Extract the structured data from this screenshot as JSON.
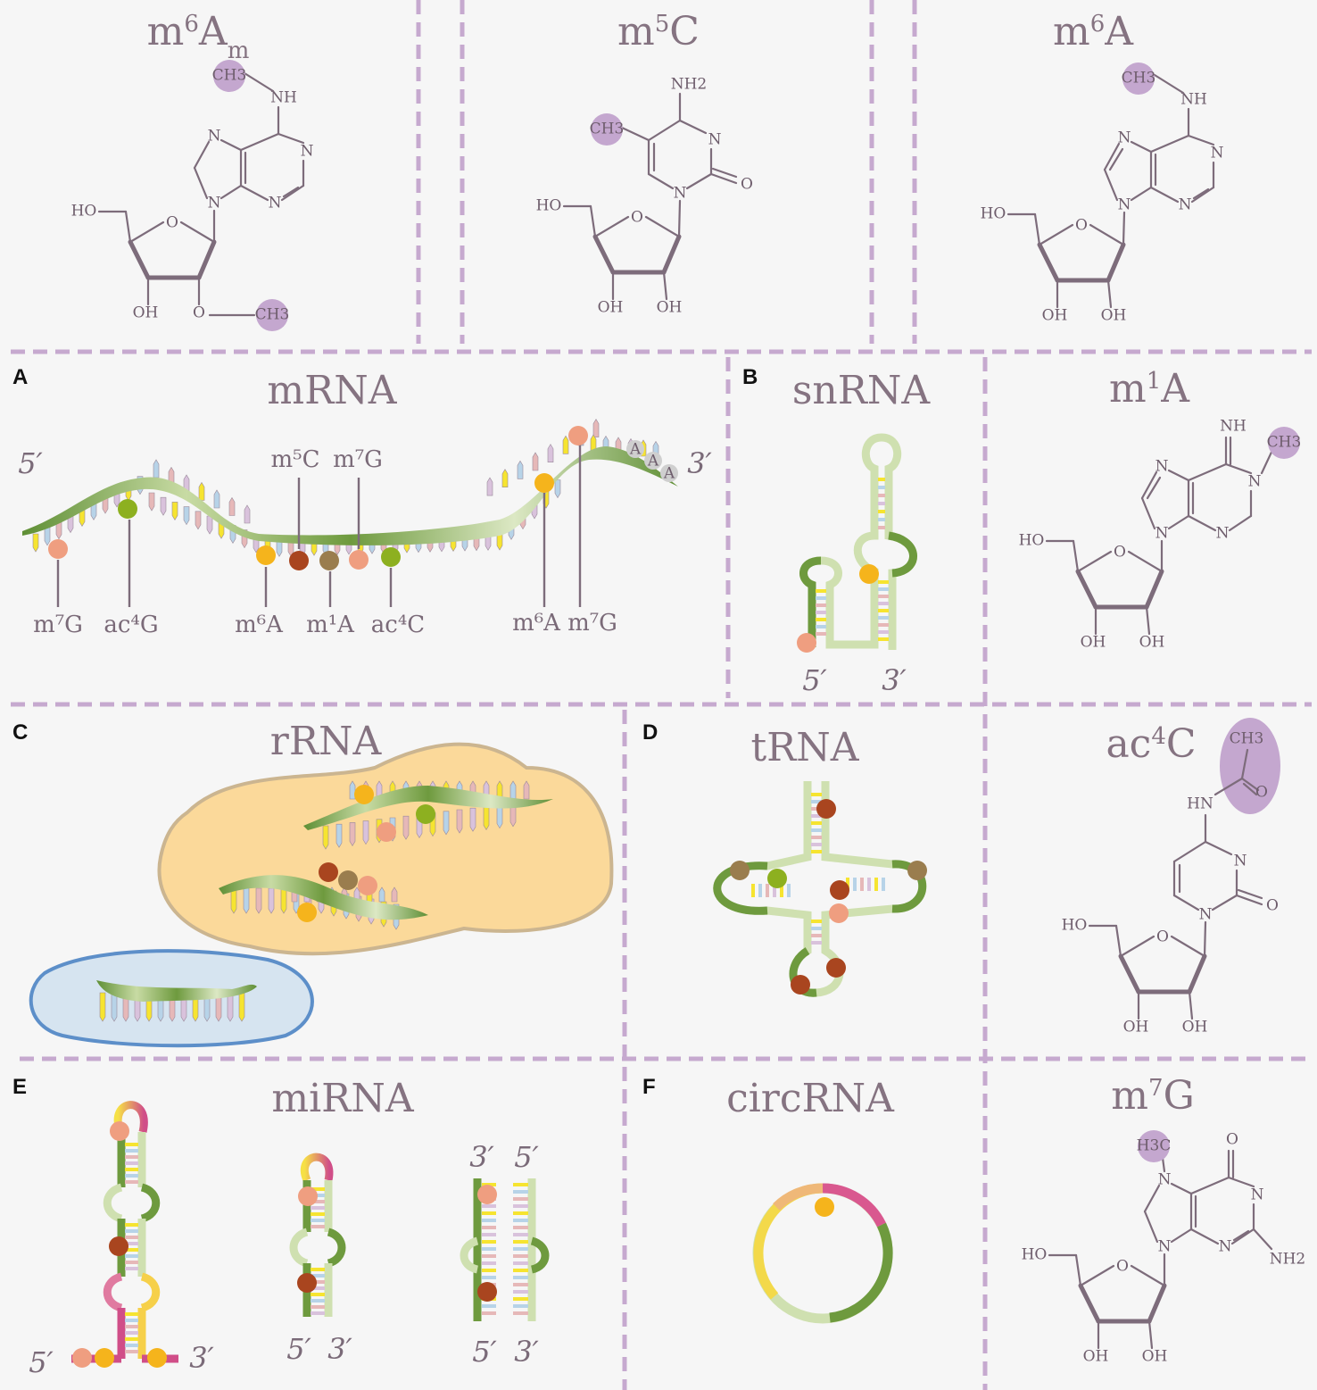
{
  "colors": {
    "separator": "#c6a9cf",
    "strand_dark": "#6e9a3e",
    "strand_light": "#d4e3b4",
    "mod_salmon": "#ef9e80",
    "mod_orange": "#f5b41c",
    "mod_brown": "#a9451f",
    "mod_olive": "#9a7d4e",
    "mod_green": "#8db020",
    "methyl_circle": "#c4a7cf",
    "ribosome_large": "#fbd99a",
    "ribosome_small": "#d4e3f1"
  },
  "structures": {
    "m6Am": {
      "title_main": "m",
      "title_sup": "6",
      "title_rest": "A",
      "title_sub": "m",
      "methyl": "CH3",
      "atoms": {
        "NH": "NH",
        "N": "N",
        "HO": "HO",
        "O": "O",
        "OH": "OH"
      }
    },
    "m5C": {
      "title_main": "m",
      "title_sup": "5",
      "title_rest": "C",
      "methyl": "CH3",
      "atoms": {
        "NH2": "NH2",
        "N": "N",
        "O": "O",
        "HO": "HO",
        "OH": "OH"
      }
    },
    "m6A": {
      "title_main": "m",
      "title_sup": "6",
      "title_rest": "A",
      "methyl": "CH3",
      "atoms": {
        "NH": "NH",
        "N": "N",
        "HO": "HO",
        "O": "O",
        "OH": "OH"
      }
    },
    "m1A": {
      "title_main": "m",
      "title_sup": "1",
      "title_rest": "A",
      "methyl": "CH3",
      "atoms": {
        "NH": "NH",
        "N": "N",
        "HO": "HO",
        "O": "O",
        "OH": "OH"
      }
    },
    "ac4C": {
      "title_main": "ac",
      "title_sup": "4",
      "title_rest": "C",
      "methyl": "CH3",
      "atoms": {
        "HN": "HN",
        "N": "N",
        "O": "O",
        "HO": "HO",
        "OH": "OH"
      }
    },
    "m7G": {
      "title_main": "m",
      "title_sup": "7",
      "title_rest": "G",
      "methyl": "H3C",
      "atoms": {
        "N": "N",
        "O": "O",
        "NH2": "NH2",
        "HO": "HO",
        "OH": "OH"
      }
    }
  },
  "panels": {
    "A": {
      "letter": "A",
      "title": "mRNA",
      "five_prime": "5′",
      "three_prime": "3′",
      "polyA": [
        "A",
        "A",
        "A"
      ],
      "labels": {
        "m7G_left": "m⁷G",
        "ac4G": "ac⁴G",
        "m6A_mid": "m⁶A",
        "m1A": "m¹A",
        "ac4C": "ac⁴C",
        "m6A_right": "m⁶A",
        "m7G_right": "m⁷G",
        "m5C_top": "m⁵C",
        "m7G_top": "m⁷G"
      }
    },
    "B": {
      "letter": "B",
      "title": "snRNA",
      "five_prime": "5′",
      "three_prime": "3′"
    },
    "C": {
      "letter": "C",
      "title": "rRNA"
    },
    "D": {
      "letter": "D",
      "title": "tRNA"
    },
    "E": {
      "letter": "E",
      "title": "miRNA",
      "five_prime": "5′",
      "three_prime": "3′"
    },
    "F": {
      "letter": "F",
      "title": "circRNA"
    }
  }
}
